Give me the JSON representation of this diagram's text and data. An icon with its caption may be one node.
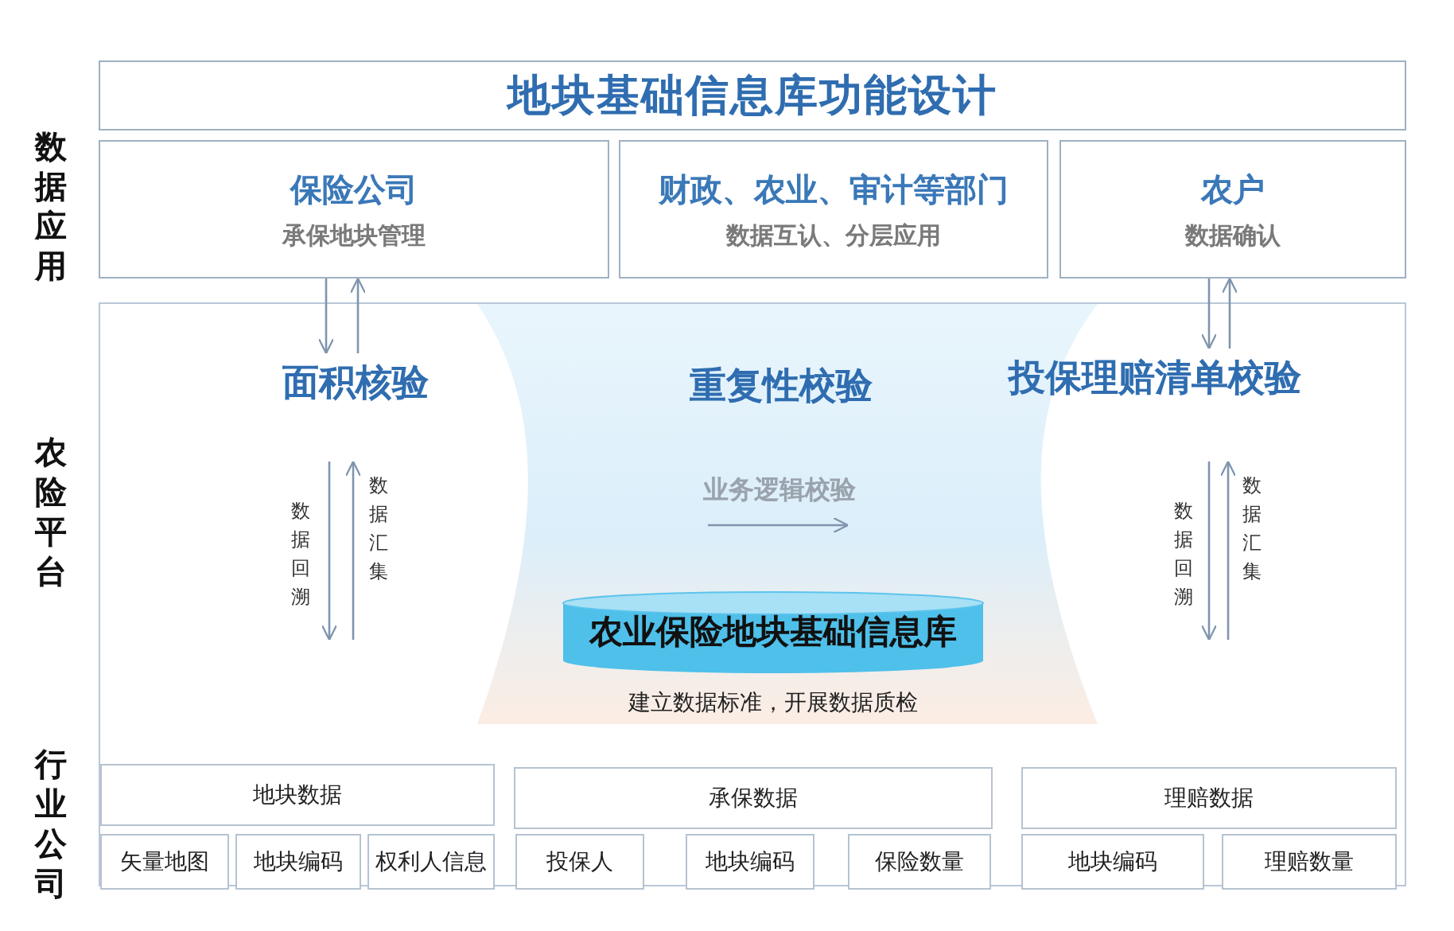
{
  "diagram": {
    "nodes": [
      {
        "text": [
          "地块基础信息库功能设计"
        ]
      },
      {
        "text": [
          "保险公司",
          "承保地块管理"
        ]
      },
      {
        "text": [
          "财政、农业、审计等部门",
          "数据互认、分层应用"
        ]
      },
      {
        "text": [
          "农户",
          "数据确认"
        ]
      },
      {
        "text": [],
        "shape": "box"
      },
      {
        "text": [
          "面积核验"
        ],
        "in": 4
      },
      {
        "text": [
          "重复性校验"
        ],
        "in": 4
      },
      {
        "text": [
          "投保理赔清单校验"
        ],
        "in": 4
      },
      {
        "text": [
          "农业保险地块基础信息库"
        ],
        "in": 4,
        "beside": [
          "建立数据标准，开展数据质检"
        ]
      },
      {
        "text": [
          "地块数据"
        ],
        "in": 4
      },
      {
        "text": [
          "承保数据"
        ],
        "in": 4
      },
      {
        "text": [
          "理赔数据"
        ],
        "in": 4
      },
      {
        "text": [
          "矢量地图"
        ],
        "in": 4
      },
      {
        "text": [
          "地块编码"
        ],
        "in": 4
      },
      {
        "text": [
          "权利人信息"
        ],
        "in": 4
      },
      {
        "text": [
          "投保人"
        ],
        "in": 4
      },
      {
        "text": [
          "地块编码"
        ],
        "in": 4
      },
      {
        "text": [
          "保险数量"
        ],
        "in": 4
      },
      {
        "text": [
          "地块编码"
        ],
        "in": 4
      },
      {
        "text": [
          "理赔数量"
        ],
        "in": 4
      }
    ],
    "edges": [
      {
        "from": 1,
        "to": 5,
        "arrow": "to"
      },
      {
        "from": 5,
        "to": 1,
        "arrow": "to"
      },
      {
        "from": 3,
        "to": 7,
        "arrow": "to"
      },
      {
        "from": 7,
        "to": 3,
        "arrow": "to"
      }
    ],
    "labels": [
      "数据应用",
      "农险平台",
      "行业公司",
      "数据回溯",
      "数据汇集",
      "业务逻辑校验",
      "数据回溯",
      "数据汇集"
    ]
  }
}
